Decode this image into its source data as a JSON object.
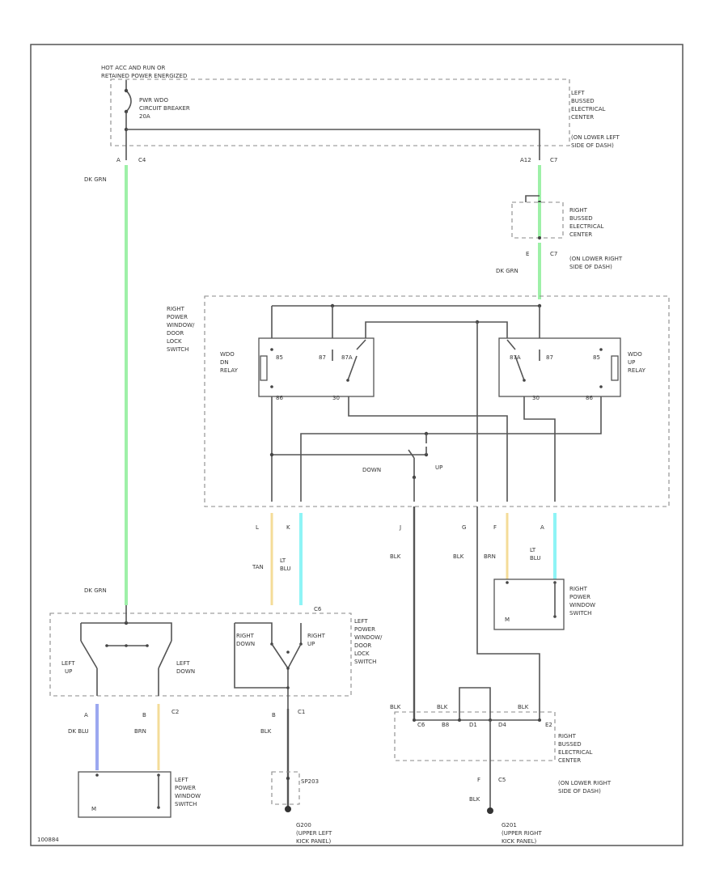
{
  "colors": {
    "dk_grn": "#9ef0a8",
    "lt_blu": "#8ef4f6",
    "tan": "#f4dc98",
    "dk_blu": "#9ba8f0",
    "wire": "#555555"
  },
  "labels": {
    "hot_label_1": "HOT ACC AND RUN OR",
    "hot_label_2": "RETAINED POWER ENERGIZED",
    "breaker_1": "PWR WDO",
    "breaker_2": "CIRCUIT BREAKER",
    "breaker_3": "20A",
    "lbec_1": "LEFT",
    "lbec_2": "BUSSED",
    "lbec_3": "ELECTRICAL",
    "lbec_4": "CENTER",
    "lbec_5": "(ON LOWER LEFT",
    "lbec_6": "SIDE OF DASH)",
    "pin_a": "A",
    "conn_c4": "C4",
    "pin_a12": "A12",
    "conn_c7_top": "C7",
    "wire_dkgrn_left": "DK GRN",
    "rbec_top_1": "RIGHT",
    "rbec_top_2": "BUSSED",
    "rbec_top_3": "ELECTRICAL",
    "rbec_top_4": "CENTER",
    "rbec_top_5": "(ON LOWER RIGHT",
    "rbec_top_6": "SIDE OF DASH)",
    "pin_e": "E",
    "conn_c7_mid": "C7",
    "wire_dkgrn_right": "DK GRN",
    "rpwdl_1": "RIGHT",
    "rpwdl_2": "POWER",
    "rpwdl_3": "WINDOW/",
    "rpwdl_4": "DOOR",
    "rpwdl_5": "LOCK",
    "rpwdl_6": "SWITCH",
    "dnrelay_1": "WDO",
    "dnrelay_2": "DN",
    "dnrelay_3": "RELAY",
    "uprelay_1": "WDO",
    "uprelay_2": "UP",
    "uprelay_3": "RELAY",
    "t_85l": "85",
    "t_87l": "87",
    "t_87al": "87A",
    "t_86l": "86",
    "t_30l": "30",
    "t_87ar": "87A",
    "t_87r": "87",
    "t_85r": "85",
    "t_30r": "30",
    "t_86r": "86",
    "sw_down": "DOWN",
    "sw_up": "UP",
    "pin_l": "L",
    "pin_k": "K",
    "pin_j": "J",
    "pin_g": "G",
    "pin_f": "F",
    "pin_a_r": "A",
    "wire_tan": "TAN",
    "wire_ltblu_1": "LT",
    "wire_ltblu_2": "BLU",
    "wire_blk_j": "BLK",
    "wire_blk_g": "BLK",
    "wire_brn_f": "BRN",
    "wire_ltblu_r1": "LT",
    "wire_ltblu_r2": "BLU",
    "rpws_1": "RIGHT",
    "rpws_2": "POWER",
    "rpws_3": "WINDOW",
    "rpws_4": "SWITCH",
    "wire_dkgrn_low": "DK GRN",
    "lpwdl_1": "LEFT",
    "lpwdl_2": "POWER",
    "lpwdl_3": "WINDOW/",
    "lpwdl_4": "DOOR",
    "lpwdl_5": "LOCK",
    "lpwdl_6": "SWITCH",
    "left_up_1": "LEFT",
    "left_up_2": "UP",
    "left_down_1": "LEFT",
    "left_down_2": "DOWN",
    "right_down_1": "RIGHT",
    "right_down_2": "DOWN",
    "right_up_1": "RIGHT",
    "right_up_2": "UP",
    "pin_a_low": "A",
    "wire_dkblu": "DK BLU",
    "pin_b_low": "B",
    "conn_c2": "C2",
    "wire_brn_low": "BRN",
    "pin_b_c1": "B",
    "conn_c1": "C1",
    "wire_blk_c1": "BLK",
    "lpws_1": "LEFT",
    "lpws_2": "POWER",
    "lpws_3": "WINDOW",
    "lpws_4": "SWITCH",
    "splice": "SP203",
    "g200_1": "G200",
    "g200_2": "(UPPER LEFT",
    "g200_3": "KICK PANEL)",
    "wire_blk_bec1": "BLK",
    "wire_blk_bec2": "BLK",
    "wire_blk_bec3": "BLK",
    "t_c6": "C6",
    "t_b8": "B8",
    "t_d1": "D1",
    "t_d4": "D4",
    "t_e2": "E2",
    "rbec_bot_1": "RIGHT",
    "rbec_bot_2": "BUSSED",
    "rbec_bot_3": "ELECTRICAL",
    "rbec_bot_4": "CENTER",
    "rbec_bot_5": "(ON LOWER RIGHT",
    "rbec_bot_6": "SIDE OF DASH)",
    "pin_f_c5": "F",
    "conn_c5": "C5",
    "wire_blk_c5": "BLK",
    "g201_1": "G201",
    "g201_2": "(UPPER RIGHT",
    "g201_3": "KICK PANEL)",
    "fig_id": "100884"
  }
}
